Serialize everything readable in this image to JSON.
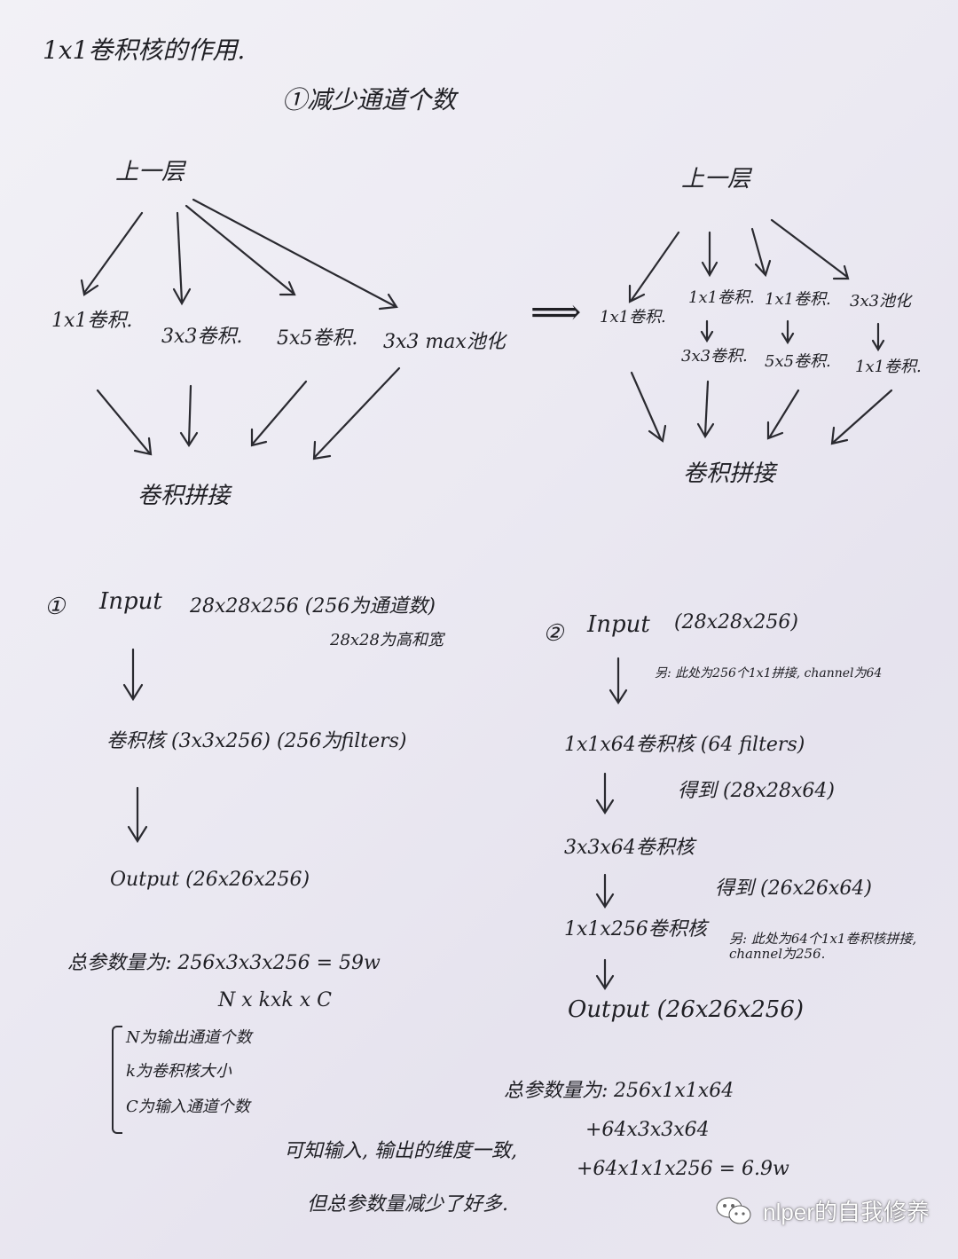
{
  "page": {
    "title": "1x1卷积核的作用.",
    "subtitle": "①减少通道个数"
  },
  "diagram_left": {
    "top": "上一层",
    "branches": [
      "1x1卷积.",
      "3x3卷积.",
      "5x5卷积.",
      "3x3 max池化"
    ],
    "bottom": "卷积拼接"
  },
  "transform_arrow": "⟹",
  "diagram_right": {
    "top": "上一层",
    "branches_row1": [
      "1x1卷积.",
      "1x1卷积.",
      "1x1卷积.",
      "3x3池化"
    ],
    "branches_row2": [
      "3x3卷积.",
      "5x5卷积.",
      "1x1卷积."
    ],
    "bottom": "卷积拼接"
  },
  "example1": {
    "marker": "①",
    "input_label": "Input",
    "input_value": "28x28x256 (256为通道数)",
    "input_note": "28x28为高和宽",
    "kernel": "卷积核 (3x3x256) (256为filters)",
    "output": "Output (26x26x256)",
    "params": "总参数量为: 256x3x3x256 = 59w",
    "formula": "N x kxk x C",
    "legend": [
      "N为输出通道个数",
      "k为卷积核大小",
      "C为输入通道个数"
    ]
  },
  "example2": {
    "marker": "②",
    "input_label": "Input",
    "input_value": "(28x28x256)",
    "note1": "另: 此处为256个1x1拼接, channel为64",
    "kernel1": "1x1x64卷积核 (64 filters)",
    "result1": "得到 (28x28x64)",
    "kernel2": "3x3x64卷积核",
    "result2": "得到 (26x26x64)",
    "kernel3": "1x1x256卷积核",
    "note2": "另: 此处为64个1x1卷积核拼接, channel为256.",
    "output": "Output (26x26x256)",
    "params_label": "总参数量为:",
    "params_lines": [
      "256x1x1x64",
      "+64x3x3x64",
      "+64x1x1x256 = 6.9w"
    ]
  },
  "conclusion": {
    "line1": "可知输入, 输出的维度一致,",
    "line2": "但总参数量减少了好多."
  },
  "watermark": {
    "text": "nlper的自我修养",
    "icon": "wechat-icon"
  }
}
